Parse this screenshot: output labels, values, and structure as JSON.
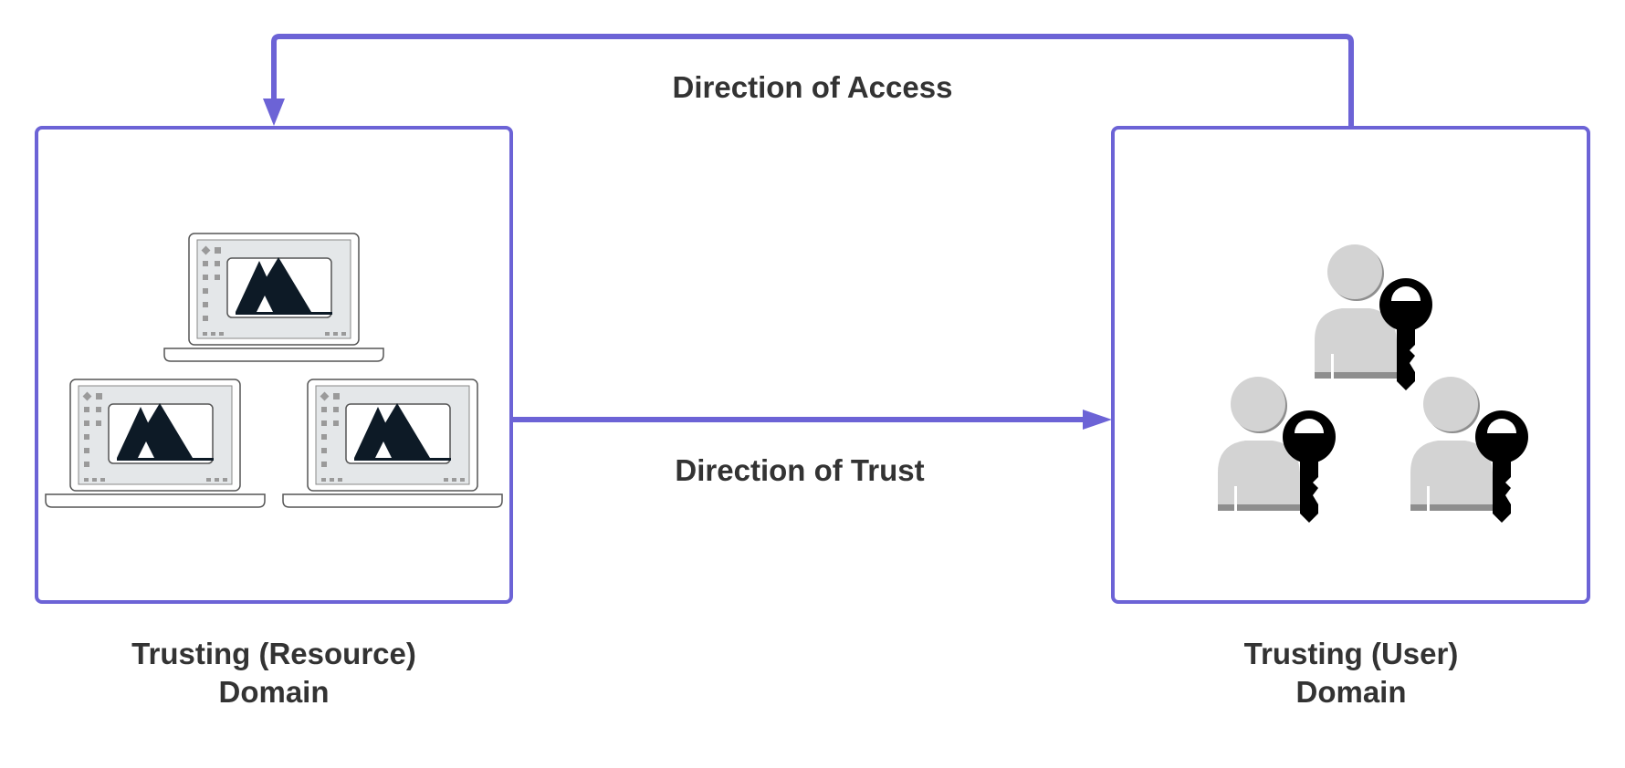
{
  "diagram": {
    "access_label": "Direction of Access",
    "trust_label": "Direction of Trust",
    "resource_domain": {
      "line1": "Trusting (Resource)",
      "line2": "Domain"
    },
    "user_domain": {
      "line1": "Trusting (User)",
      "line2": "Domain"
    }
  },
  "colors": {
    "accent": "#6c63d6",
    "text": "#333333",
    "person": "#d3d3d3",
    "person_shadow": "#8e8e8e",
    "key": "#000000",
    "screen_logo": "#0d1a26"
  },
  "icons": {
    "resource_items": [
      "laptop-icon",
      "laptop-icon",
      "laptop-icon"
    ],
    "user_items": [
      "user-with-key-icon",
      "user-with-key-icon",
      "user-with-key-icon"
    ]
  }
}
